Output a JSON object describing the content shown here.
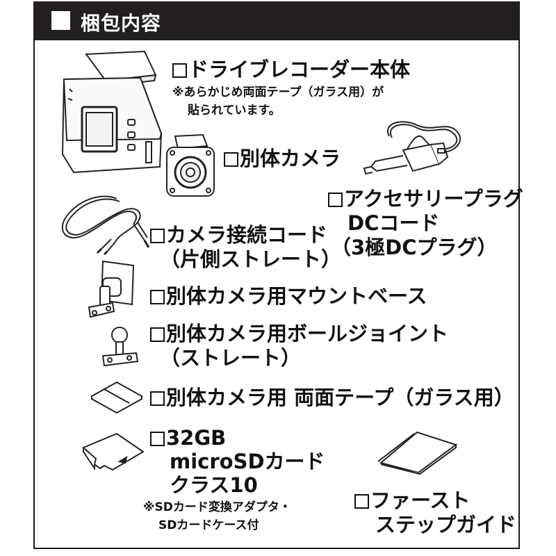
{
  "header": {
    "title": "梱包内容"
  },
  "items": {
    "main_unit": {
      "label": "ドライブレコーダー本体",
      "note_line1": "※あらかじめ両面テープ（ガラス用）が",
      "note_line2": "貼られています。"
    },
    "camera": {
      "label": "別体カメラ"
    },
    "plug_cord": {
      "line1": "アクセサリープラグ",
      "line2": "DCコード",
      "line3": "（3極DCプラグ）"
    },
    "cam_cord": {
      "line1": "カメラ接続コード",
      "line2": "（片側ストレート）"
    },
    "mount": {
      "label": "別体カメラ用マウントベース"
    },
    "ball_joint": {
      "line1": "別体カメラ用ボールジョイント",
      "line2": "（ストレート）"
    },
    "tape": {
      "label": "別体カメラ用 両面テープ（ガラス用）"
    },
    "sd_card": {
      "line1": "32GB",
      "line2": "microSDカード",
      "line3": "クラス10",
      "note_line1": "※SDカード変換アダプタ・",
      "note_line2": "SDカードケース付"
    },
    "guide": {
      "line1": "ファースト",
      "line2": "ステップガイド"
    }
  },
  "icons": [
    "dashcam-icon",
    "camera-icon",
    "plug-cord-icon",
    "camera-cord-icon",
    "mount-base-icon",
    "ball-joint-icon",
    "tape-icon",
    "microsd-icon",
    "guide-icon"
  ]
}
